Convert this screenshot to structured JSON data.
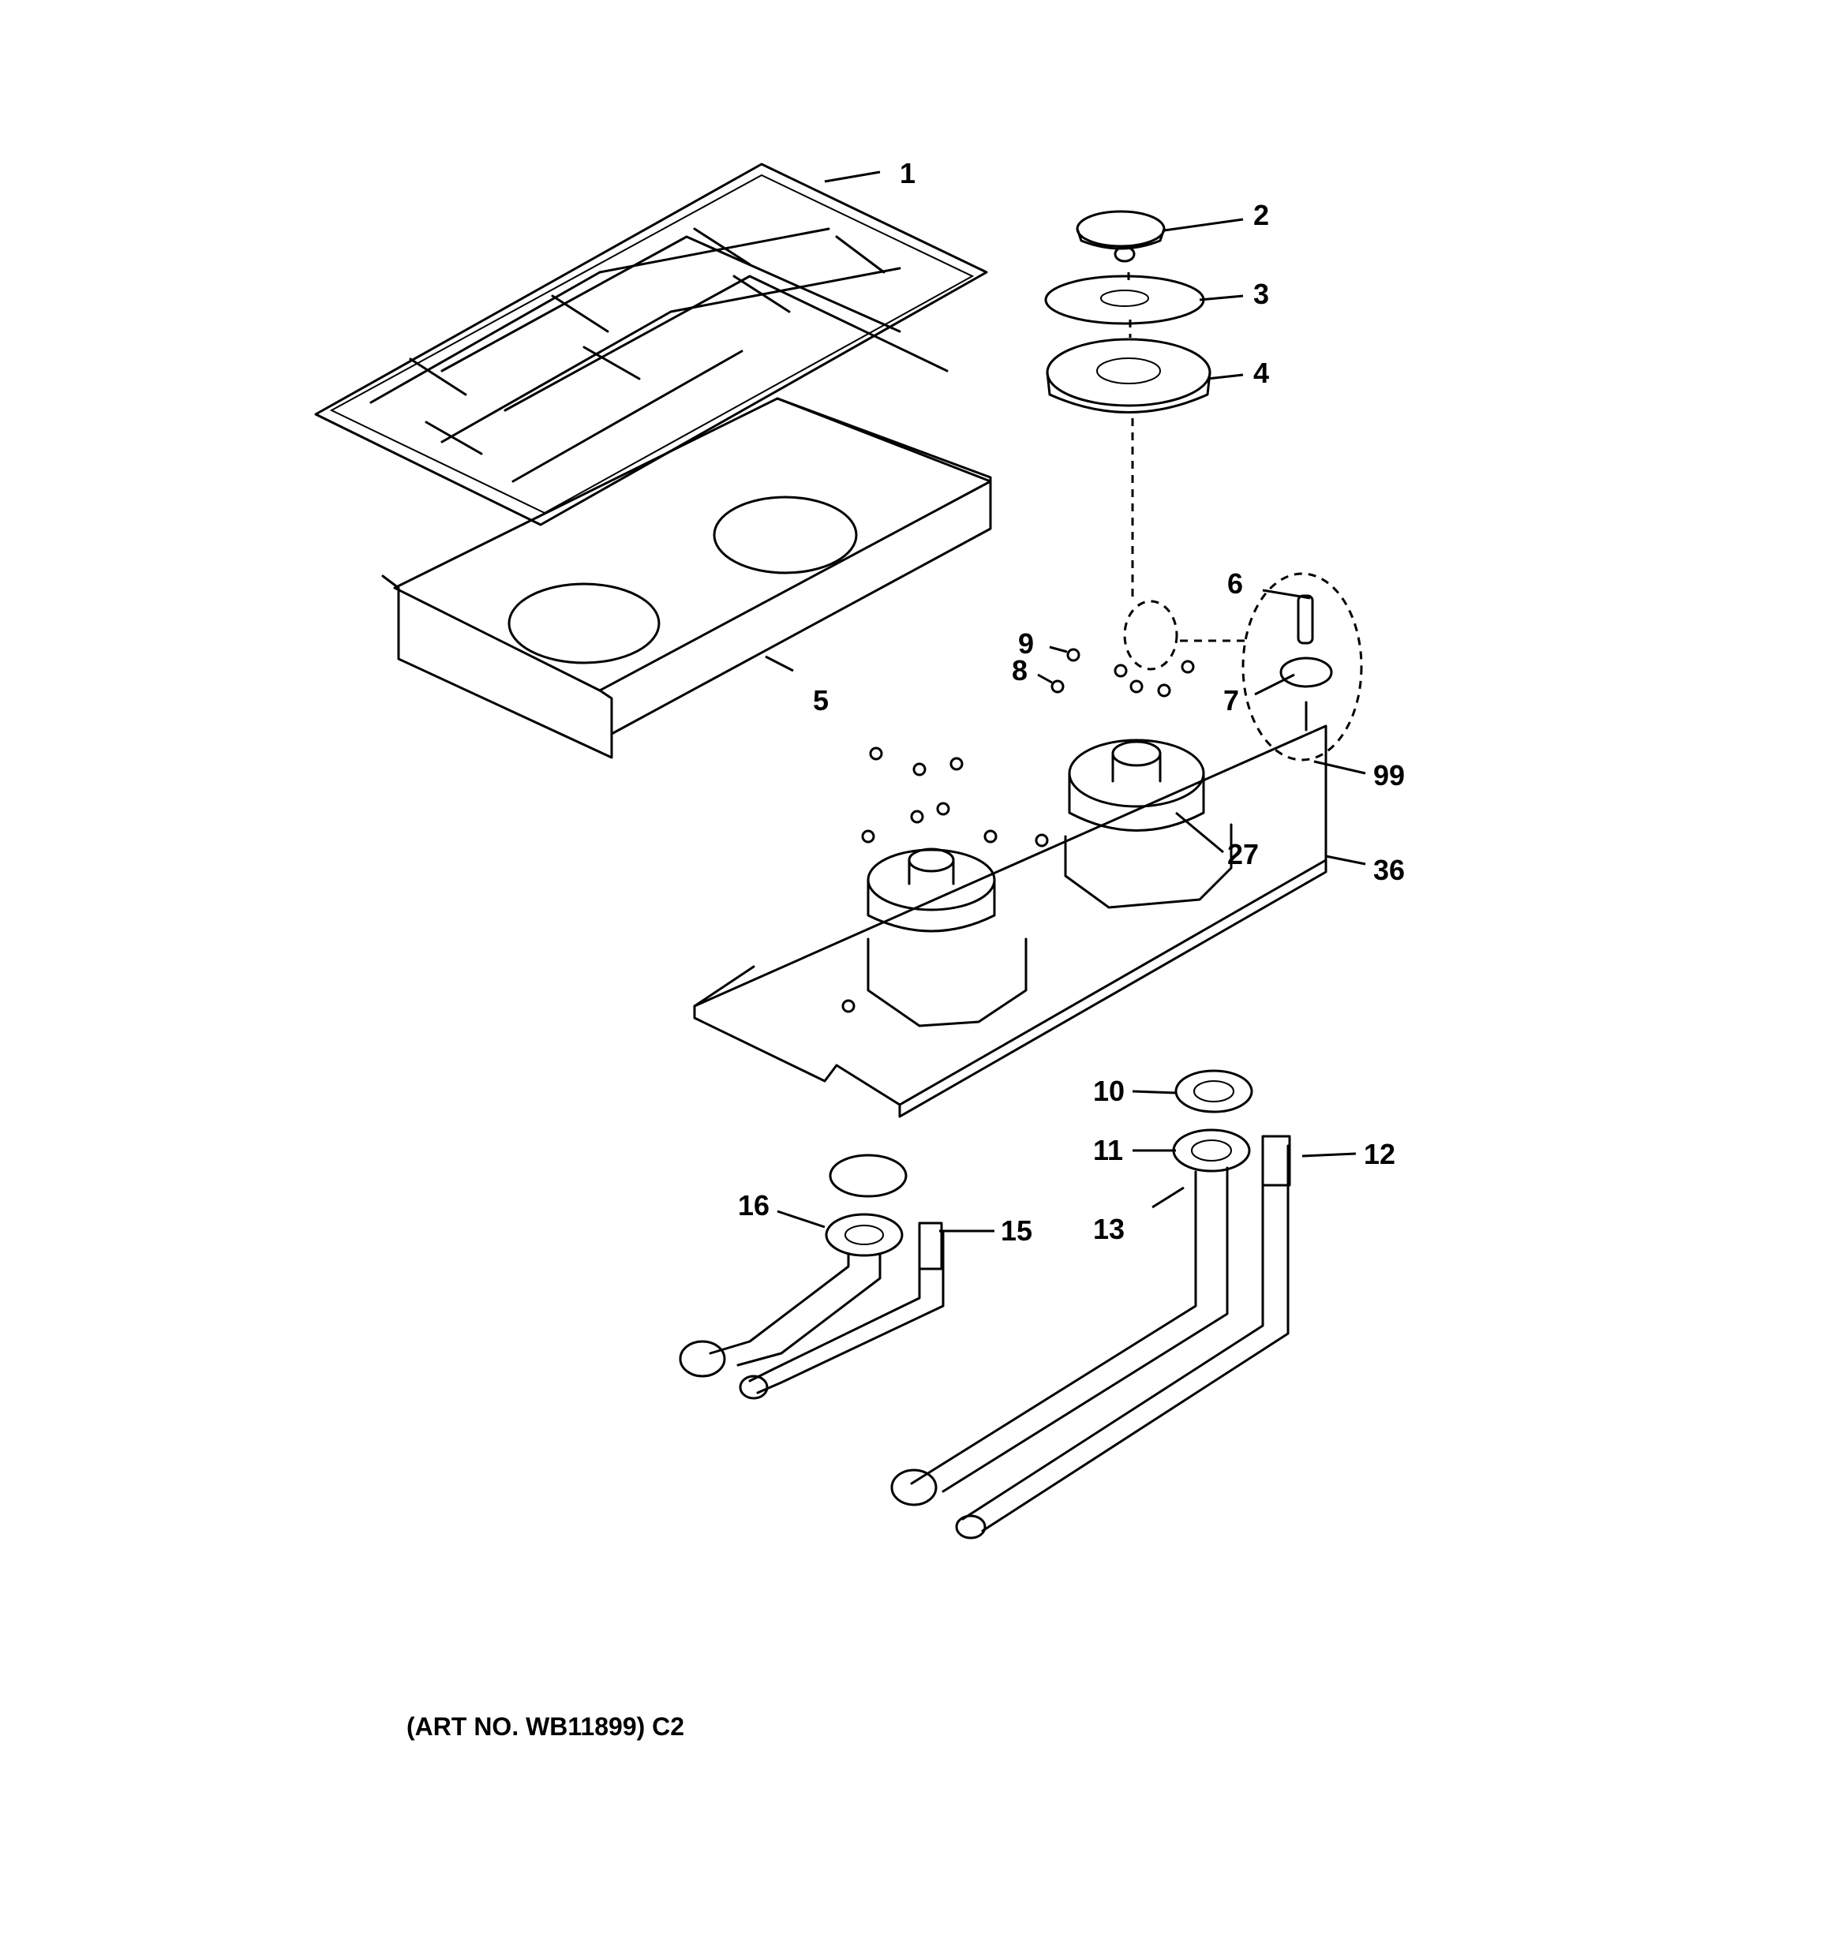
{
  "callouts": {
    "c1": "1",
    "c2": "2",
    "c3": "3",
    "c4": "4",
    "c5": "5",
    "c6": "6",
    "c7": "7",
    "c8": "8",
    "c9": "9",
    "c10": "10",
    "c11": "11",
    "c12": "12",
    "c13": "13",
    "c15": "15",
    "c16": "16",
    "c27": "27",
    "c36": "36",
    "c99": "99"
  },
  "caption": "(ART NO. WB11899) C2"
}
